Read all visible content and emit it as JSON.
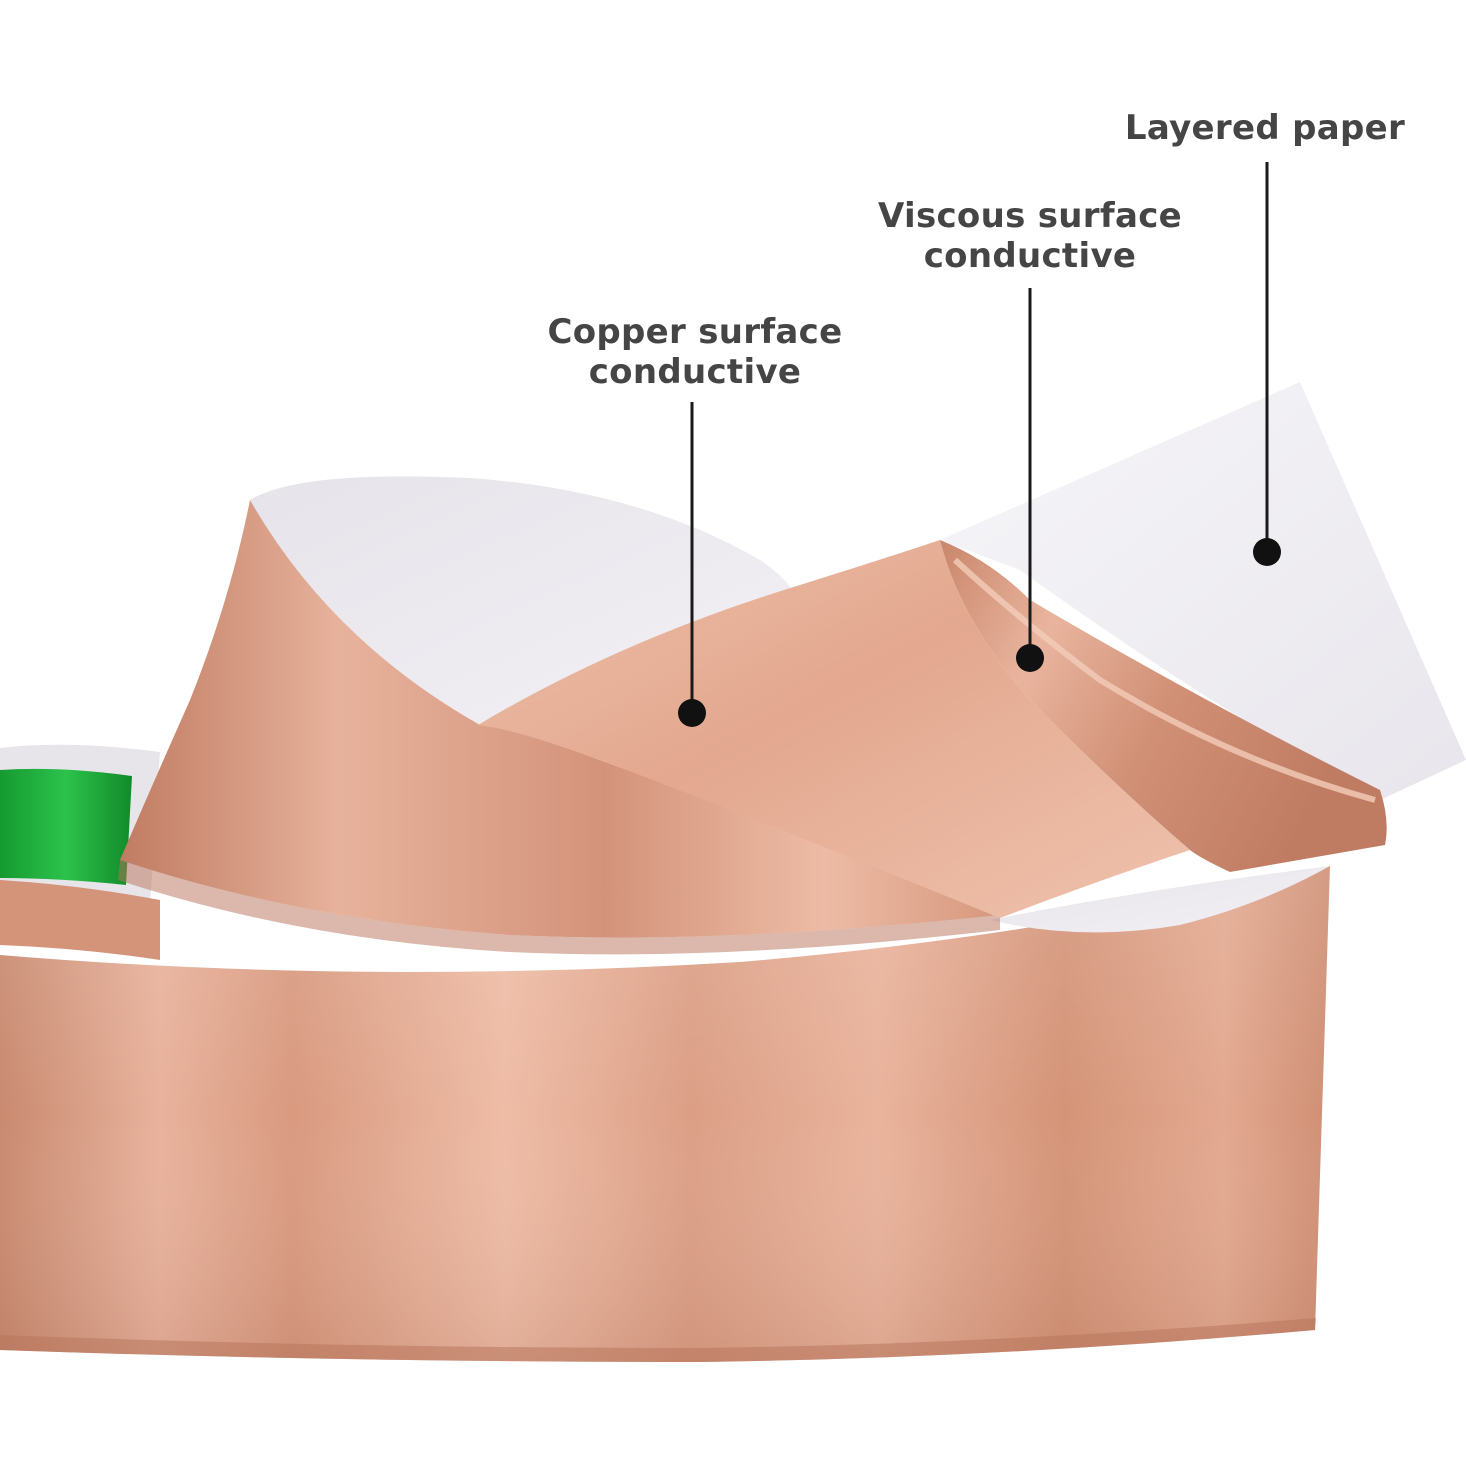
{
  "callouts": {
    "layered_paper": {
      "line1": "Layered paper"
    },
    "viscous_surface": {
      "line1": "Viscous surface",
      "line2": "conductive"
    },
    "copper_surface": {
      "line1": "Copper surface",
      "line2": "conductive"
    }
  },
  "colors": {
    "label_text": "#454545",
    "leader_line": "#1a1a1a",
    "copper": "#e0a088",
    "liner": "#f1eff2",
    "core": "#1fae3c"
  }
}
